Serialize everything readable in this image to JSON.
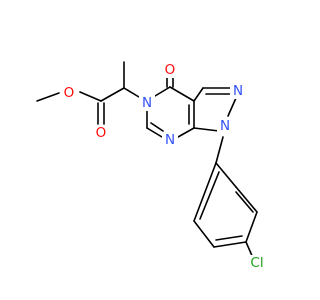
{
  "molecule": {
    "atom_colors": {
      "oxygen": "#ff0d0d",
      "nitrogen": "#3050f8",
      "chlorine": "#1fa01f"
    },
    "labels": {
      "ester_oxygen": "O",
      "carbonyl_oxygen": "O",
      "ring_oxygen": "O",
      "n5": "N",
      "n2": "N",
      "n7": "N",
      "n1": "N",
      "chlorine": "Cl"
    }
  }
}
